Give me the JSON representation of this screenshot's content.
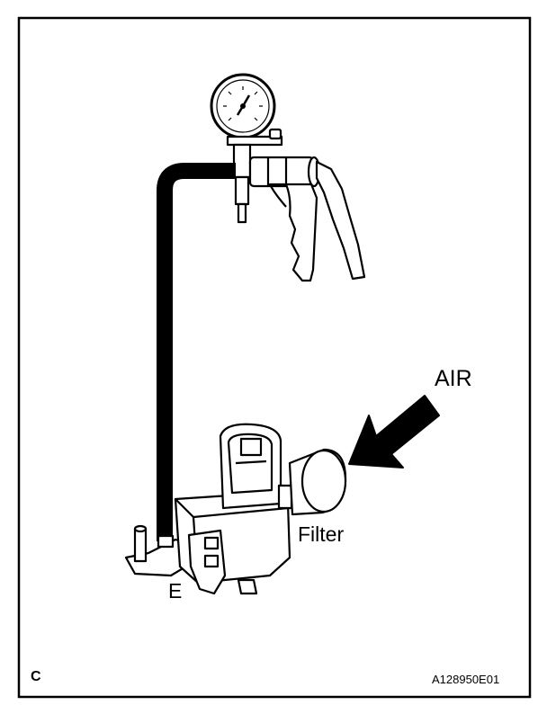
{
  "labels": {
    "air": "AIR",
    "filter": "Filter",
    "port_e": "E",
    "section": "C",
    "figure_code": "A128950E01"
  },
  "colors": {
    "ink": "#000000",
    "paper": "#ffffff"
  },
  "icons": {
    "gauge": "vacuum-gauge-icon",
    "pump": "hand-vacuum-pump-icon",
    "valve": "vsv-valve-icon",
    "arrow": "air-flow-arrow-icon"
  }
}
